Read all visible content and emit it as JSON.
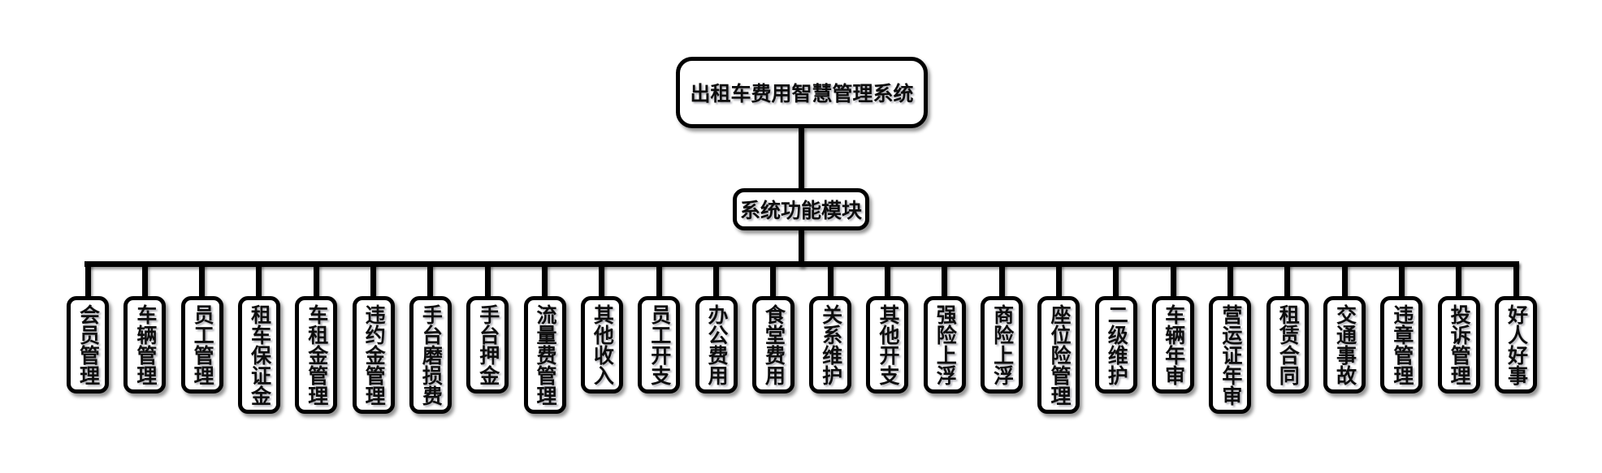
{
  "diagram": {
    "root": {
      "label": "出租车费用智慧管理系统"
    },
    "hub": {
      "label": "系统功能模块"
    },
    "children": [
      {
        "label": "会员管理"
      },
      {
        "label": "车辆管理"
      },
      {
        "label": "员工管理"
      },
      {
        "label": "租车保证金"
      },
      {
        "label": "车租金管理"
      },
      {
        "label": "违约金管理"
      },
      {
        "label": "手台磨损费"
      },
      {
        "label": "手台押金"
      },
      {
        "label": "流量费管理"
      },
      {
        "label": "其他收入"
      },
      {
        "label": "员工开支"
      },
      {
        "label": "办公费用"
      },
      {
        "label": "食堂费用"
      },
      {
        "label": "关系维护"
      },
      {
        "label": "其他开支"
      },
      {
        "label": "强险上浮"
      },
      {
        "label": "商险上浮"
      },
      {
        "label": "座位险管理"
      },
      {
        "label": "二级维护"
      },
      {
        "label": "车辆年审"
      },
      {
        "label": "营运证年审"
      },
      {
        "label": "租赁合同"
      },
      {
        "label": "交通事故"
      },
      {
        "label": "违章管理"
      },
      {
        "label": "投诉管理"
      },
      {
        "label": "好人好事"
      }
    ]
  },
  "colors": {
    "line": "#000000",
    "box_border": "#000000",
    "box_fill": "#ffffff",
    "text": "#0d0d0d",
    "background": "#ffffff"
  }
}
